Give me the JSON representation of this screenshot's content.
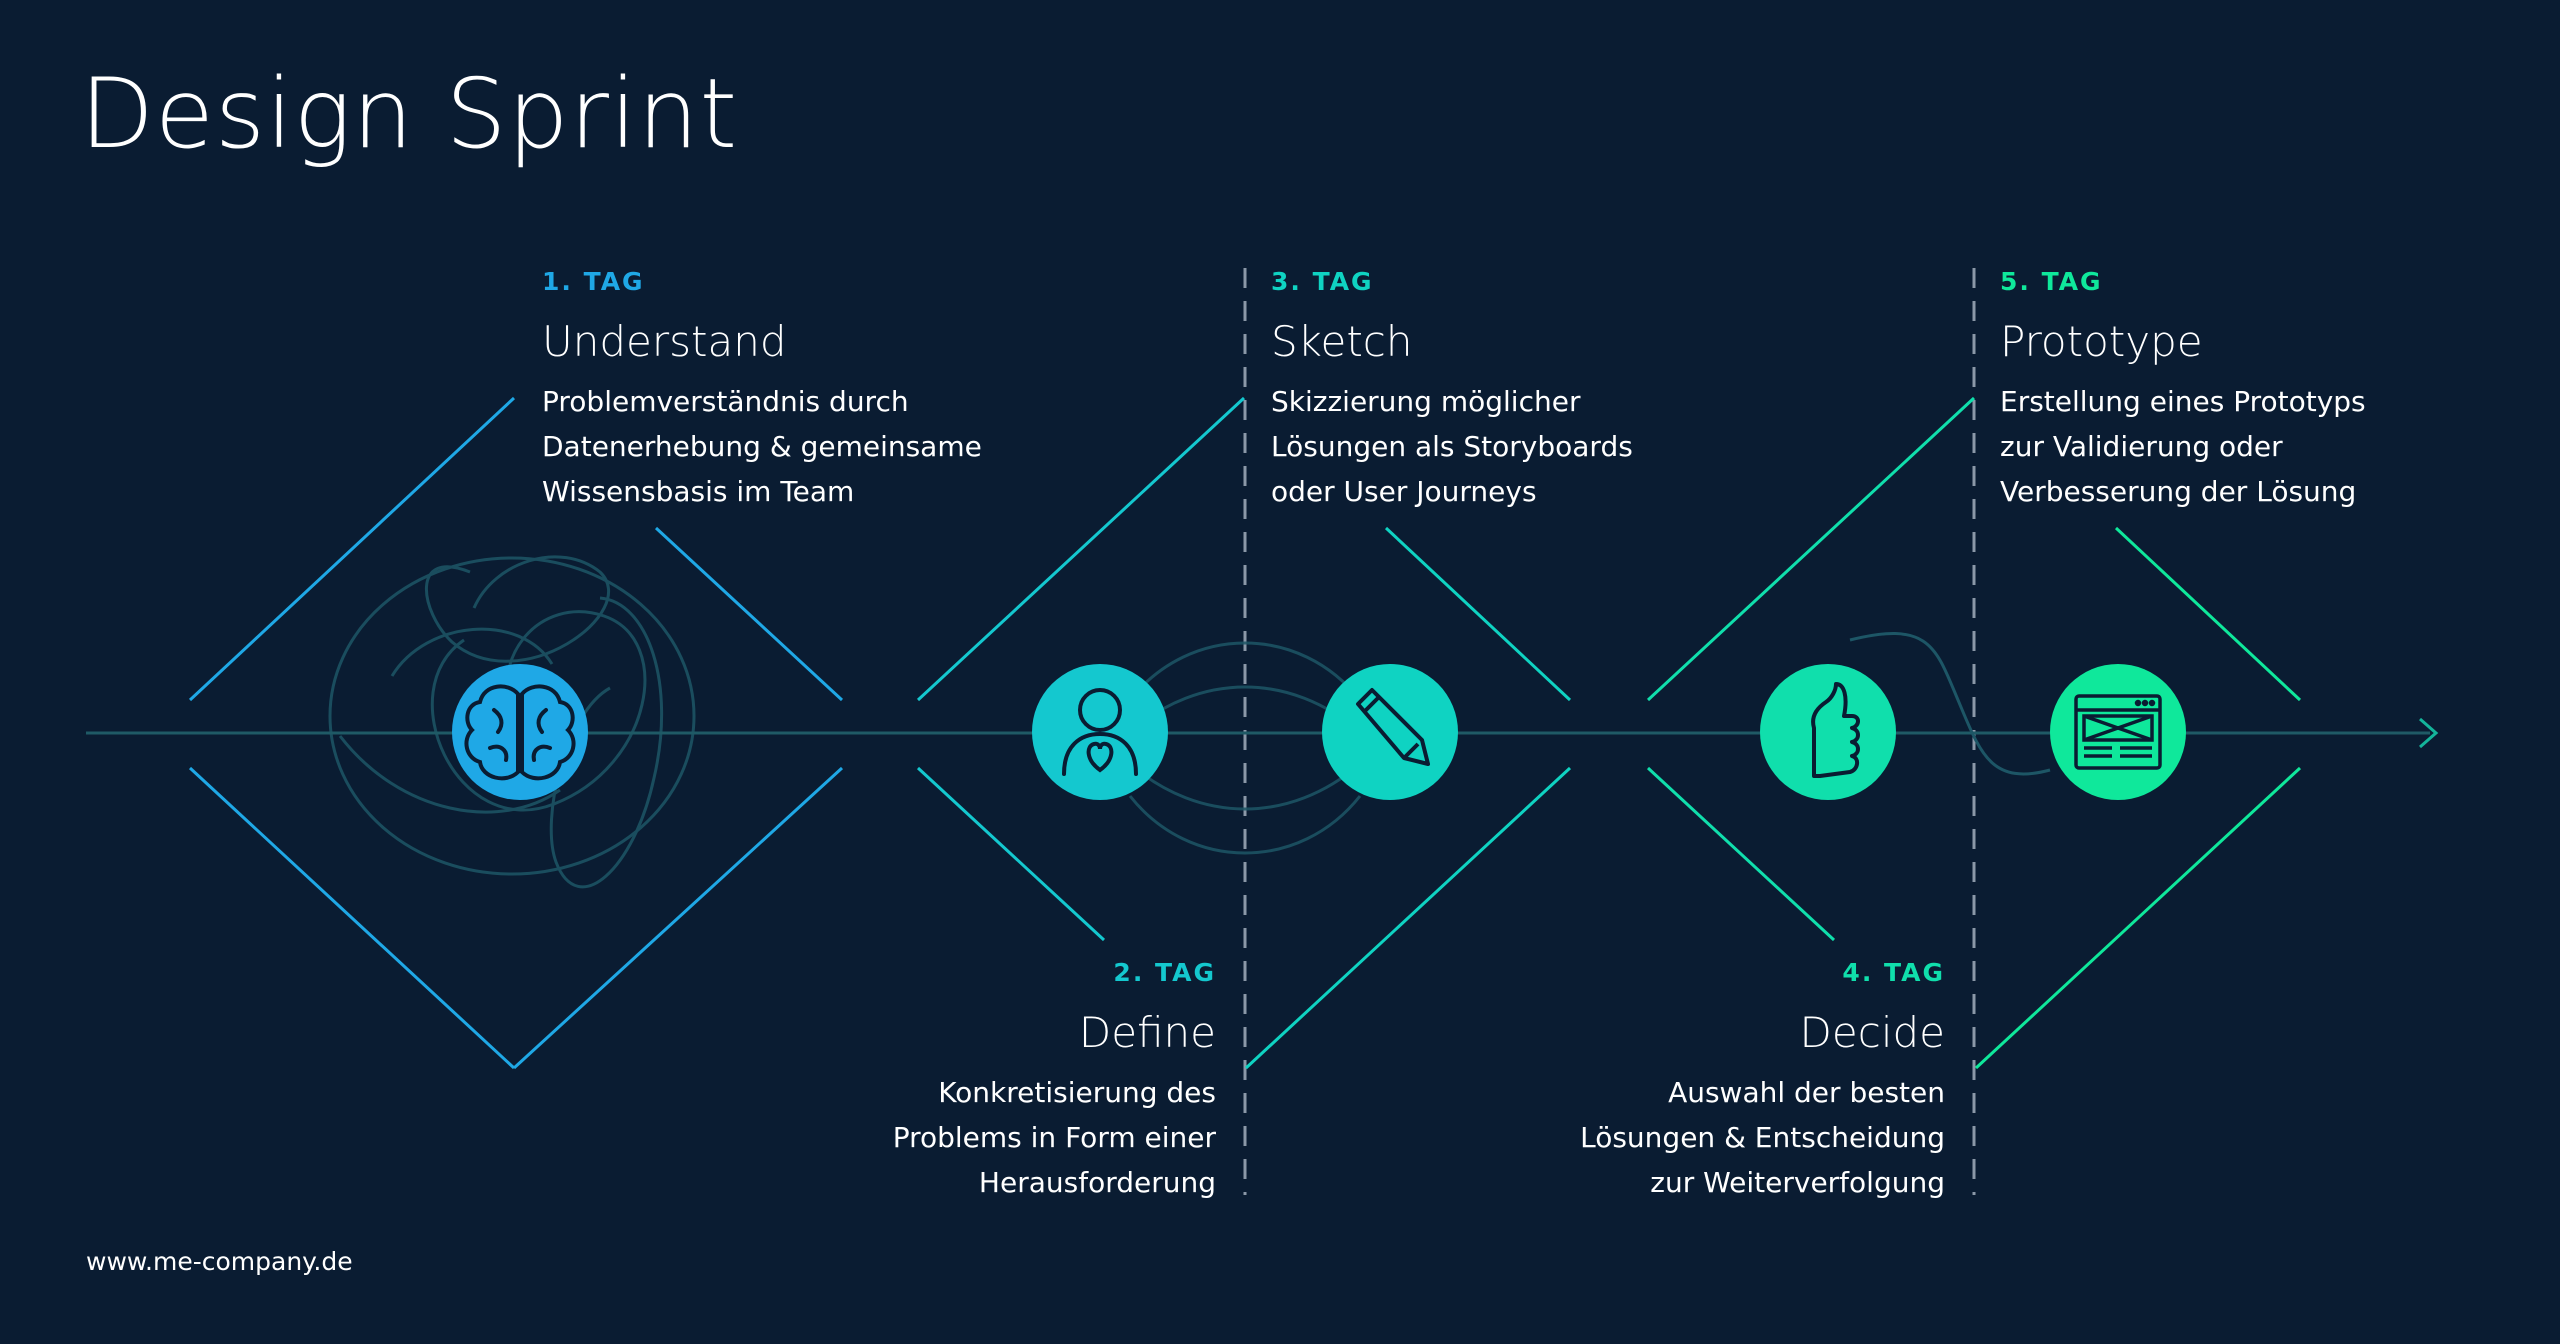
{
  "title": "Design Sprint",
  "footer": "www.me-company.de",
  "colors": {
    "background": "#0a1c32",
    "day1": "#1fa8e6",
    "day2": "#14c8cf",
    "day3": "#0fd3c2",
    "day4": "#10dfac",
    "day5": "#0fe89b"
  },
  "stages": [
    {
      "day": "1. TAG",
      "title": "Understand",
      "lines": [
        "Problemverständnis durch",
        "Datenerhebung & gemeinsame",
        "Wissensbasis im Team"
      ],
      "icon": "brain-icon"
    },
    {
      "day": "2. TAG",
      "title": "Define",
      "lines": [
        "Konkretisierung des",
        "Problems in Form einer",
        "Herausforderung"
      ],
      "icon": "person-heart-icon"
    },
    {
      "day": "3. TAG",
      "title": "Sketch",
      "lines": [
        "Skizzierung möglicher",
        "Lösungen als Storyboards",
        "oder User Journeys"
      ],
      "icon": "pencil-icon"
    },
    {
      "day": "4. TAG",
      "title": "Decide",
      "lines": [
        "Auswahl der besten",
        "Lösungen & Entscheidung",
        "zur Weiterverfolgung"
      ],
      "icon": "thumbs-up-icon"
    },
    {
      "day": "5. TAG",
      "title": "Prototype",
      "lines": [
        "Erstellung eines Prototyps",
        "zur Validierung oder",
        "Verbesserung der Lösung"
      ],
      "icon": "wireframe-icon"
    }
  ]
}
